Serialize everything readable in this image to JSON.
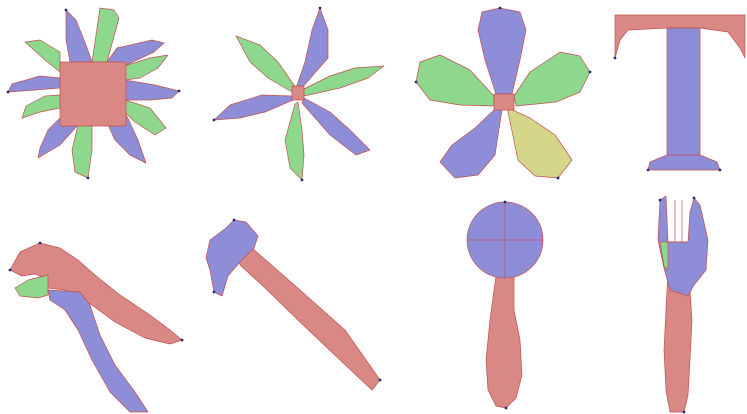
{
  "colors": {
    "red": "#d98885",
    "blue": "#8e8ed8",
    "green": "#8ed88e",
    "yellow": "#d6d68a",
    "edge": "#c0504d",
    "outline": "#c6c6c6",
    "vertex": "#2a2a7a"
  },
  "shapes": [
    {
      "name": "sunflower",
      "type": "flower",
      "parts": [
        "center",
        "petal-0",
        "petal-1",
        "petal-2",
        "petal-3",
        "petal-4",
        "petal-5",
        "petal-6",
        "petal-7",
        "petal-8",
        "petal-9",
        "petal-10",
        "petal-11"
      ]
    },
    {
      "name": "pinwheel-flower",
      "type": "flower",
      "parts": [
        "center",
        "petal-0",
        "petal-1",
        "petal-2",
        "petal-3",
        "petal-4",
        "petal-5",
        "petal-6",
        "petal-7"
      ]
    },
    {
      "name": "five-petal-flower",
      "type": "flower",
      "parts": [
        "center",
        "petal-0",
        "petal-1",
        "petal-2",
        "petal-3",
        "petal-4"
      ]
    },
    {
      "name": "letter-t",
      "type": "glyph",
      "parts": [
        "top-bar",
        "stem",
        "base"
      ]
    },
    {
      "name": "pliers",
      "type": "tool",
      "parts": [
        "upper-jaw",
        "jaw-green",
        "lower-handle"
      ]
    },
    {
      "name": "hammer",
      "type": "tool",
      "parts": [
        "head",
        "handle"
      ]
    },
    {
      "name": "spoon",
      "type": "utensil",
      "parts": [
        "bowl",
        "handle"
      ]
    },
    {
      "name": "fork",
      "type": "utensil",
      "parts": [
        "tines",
        "handle"
      ]
    }
  ]
}
